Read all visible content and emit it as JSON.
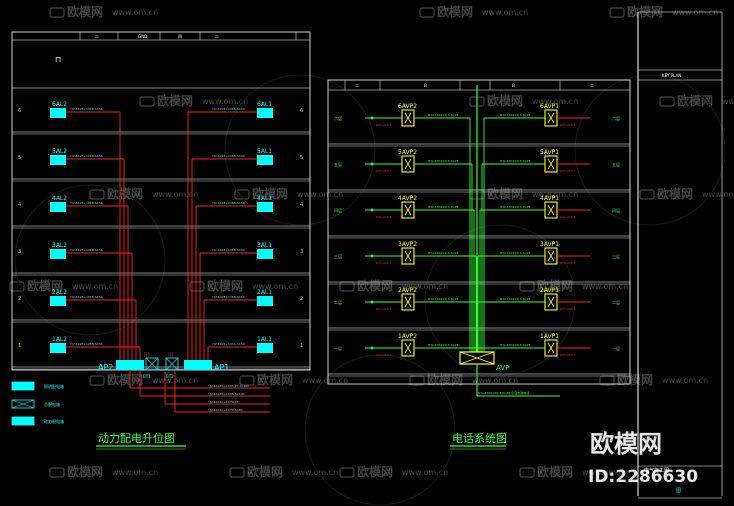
{
  "colors": {
    "background": "#000000",
    "frame": "#ffffff",
    "cyan": "#00ffff",
    "green": "#33ff33",
    "red": "#ff2020",
    "yellow": "#ffff00",
    "blue": "#3f6cff",
    "watermark": "#7a7a7a"
  },
  "watermark": {
    "brand": "欧模网",
    "site": "www.om.cn",
    "big_brand": "欧模网",
    "id_label": "ID:2286630"
  },
  "power_riser": {
    "title": "动力配电升位图",
    "header": [
      "二",
      "GND",
      "四",
      "二"
    ],
    "left_panels": [
      "6AL2",
      "5AL2",
      "4AL2",
      "3AL2",
      "2AL2",
      "1AL2"
    ],
    "right_panels": [
      "6AL1",
      "5AL1",
      "4AL1",
      "3AL1",
      "2AL1",
      "1AL1"
    ],
    "left_cables": [
      "YJV-4X25+1X16-SC50",
      "YJV-4X25+1X16-SC50",
      "YJV-4X25+1X16-SC50",
      "YJV-4X25+1X16-SC50",
      "YJV-4X25+1X16-SC50",
      "YJV-4X25+1X16-SC50"
    ],
    "right_cables": [
      "YJV-4X25+1X16-SC50",
      "YJV-4X25+1X16-SC50",
      "YJV-4X25+1X16-SC50",
      "YJV-4X25+1X16-SC50",
      "YJV-4X25+1X16-SC50",
      "YJV-4X25+1X16-SC50"
    ],
    "ap_left": "AP2",
    "ap_right": "AP1",
    "floor_marks": [
      "6",
      "5",
      "4",
      "3",
      "2",
      "1"
    ],
    "incoming": [
      "YJV-4X185+1X95-CT-SC100",
      "YJV-4X185+1X95-SC100",
      "YJV-4X150+1X70-CT",
      "YJV-4X150+1X70-SC80"
    ],
    "legend": [
      "照明配电箱",
      "总配电箱",
      "动力配电箱"
    ],
    "bus_labels": [
      "BT1",
      "BT2"
    ]
  },
  "telephone": {
    "title": "电话系统图",
    "header": [
      "二",
      "B",
      "",
      "B",
      "二"
    ],
    "left_boxes": [
      "6AVP2",
      "5AVP2",
      "4AVP2",
      "3AVP2",
      "2AVP2",
      "1AVP2"
    ],
    "right_boxes": [
      "6AVP1",
      "5AVP1",
      "4AVP1",
      "3AVP1",
      "2AVP1",
      "1AVP1"
    ],
    "floors": [
      "六层",
      "五层",
      "四层",
      "三层",
      "二层",
      "一层"
    ],
    "left_cables": [
      "HYA-10X2X0.5-SC25",
      "HYA-10X2X0.5-SC25",
      "HYA-10X2X0.5-SC25",
      "HYA-10X2X0.5-SC25",
      "HYA-10X2X0.5-SC25",
      "HYA-10X2X0.5-SC25"
    ],
    "right_cables": [
      "HYA-10X2X0.5-SC25",
      "HYA-10X2X0.5-SC25",
      "HYA-10X2X0.5-SC25",
      "HYA-10X2X0.5-SC25",
      "HYA-10X2X0.5-SC25",
      "HYA-10X2X0.5-SC25"
    ],
    "red_notes": [
      "RVS-2X0.5",
      "RVS-2X0.5",
      "RVS-2X0.5",
      "RVS-2X0.5",
      "RVS-2X0.5",
      "RVS-2X0.5"
    ],
    "main_box": "AVP",
    "incoming": "HYA-100X2X0.5-SC80 引自市政电话"
  },
  "title_block": {
    "key_plan": "KEY PLAN",
    "footer": "电气施工图"
  }
}
